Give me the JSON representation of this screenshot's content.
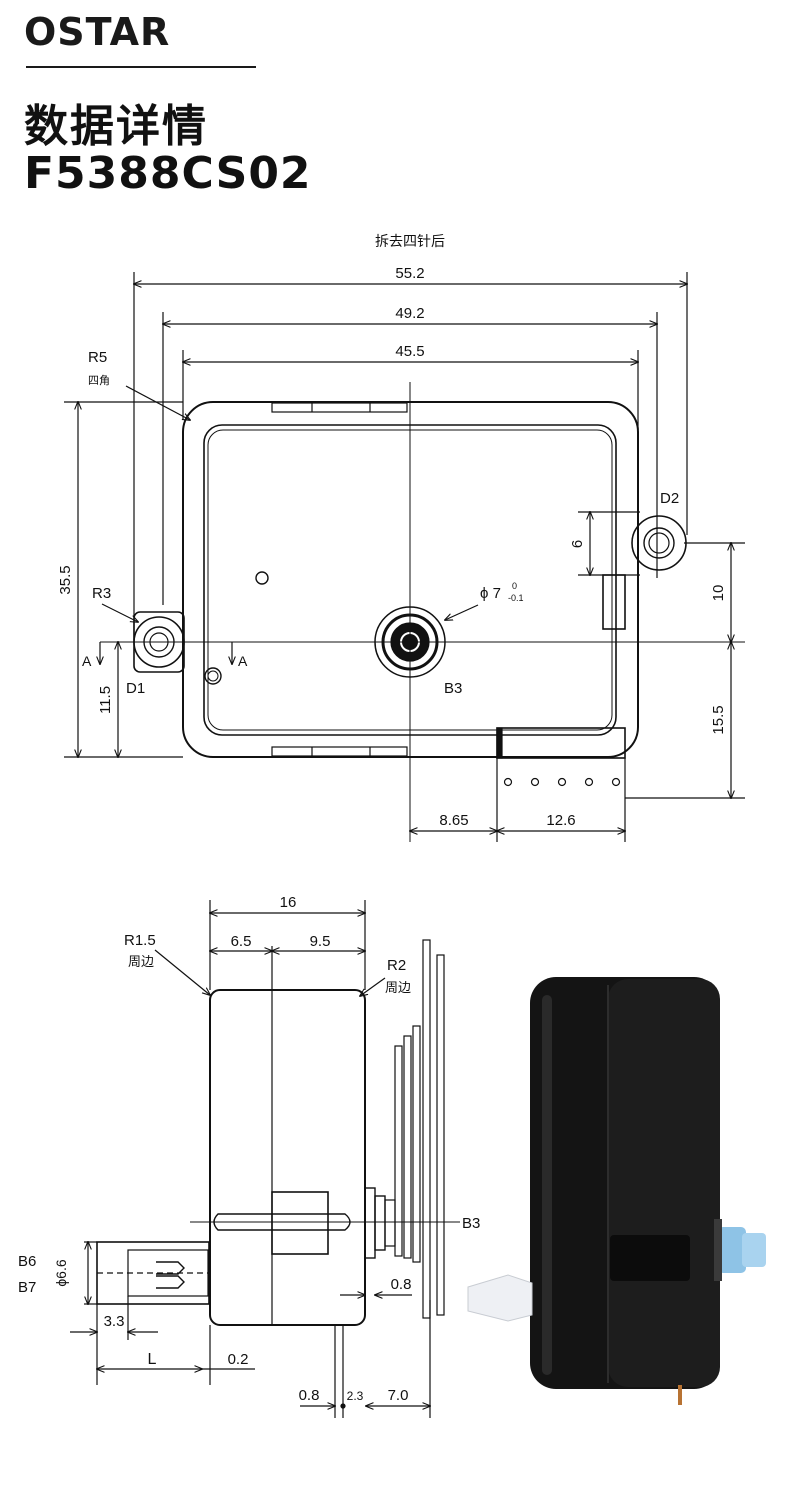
{
  "brand": {
    "logo_text": "OSTAR"
  },
  "header": {
    "title": "数据详情",
    "model": "F5388CS02"
  },
  "top_view": {
    "caption": "拆去四针后",
    "dims": {
      "width_overall": "55.2",
      "width_mid": "49.2",
      "width_inner": "45.5",
      "height_overall": "35.5",
      "d1_height": "11.5",
      "d2_slot": "6",
      "d2_offset": "10",
      "right_height": "15.5",
      "center_offset": "8.65",
      "pin_span": "12.6",
      "shaft_dia": "ϕ 7",
      "shaft_tol_upper": "0",
      "shaft_tol_lower": "-0.1"
    },
    "labels": {
      "r5": "R5",
      "r5_note": "四角",
      "r3": "R3",
      "d1": "D1",
      "d2": "D2",
      "b3": "B3",
      "a_left": "A",
      "a_right": "A"
    }
  },
  "side_view": {
    "dims": {
      "depth": "16",
      "front": "6.5",
      "back": "9.5",
      "dia": "ϕ6.6",
      "len_33": "3.3",
      "len_l": "L",
      "gap_02": "0.2",
      "gap_08_bottom": "0.8",
      "gap_23": "2.3",
      "gap_70": "7.0",
      "gap_08_hands": "0.8"
    },
    "labels": {
      "r15": "R1.5",
      "r15_note": "周边",
      "r2": "R2",
      "r2_note": "周边",
      "b3": "B3",
      "b6": "B6",
      "b7": "B7"
    }
  },
  "photo": {
    "icon": "clock-movement-photo",
    "body_color": "#121212",
    "blue_cap": "#8ec3e6"
  }
}
